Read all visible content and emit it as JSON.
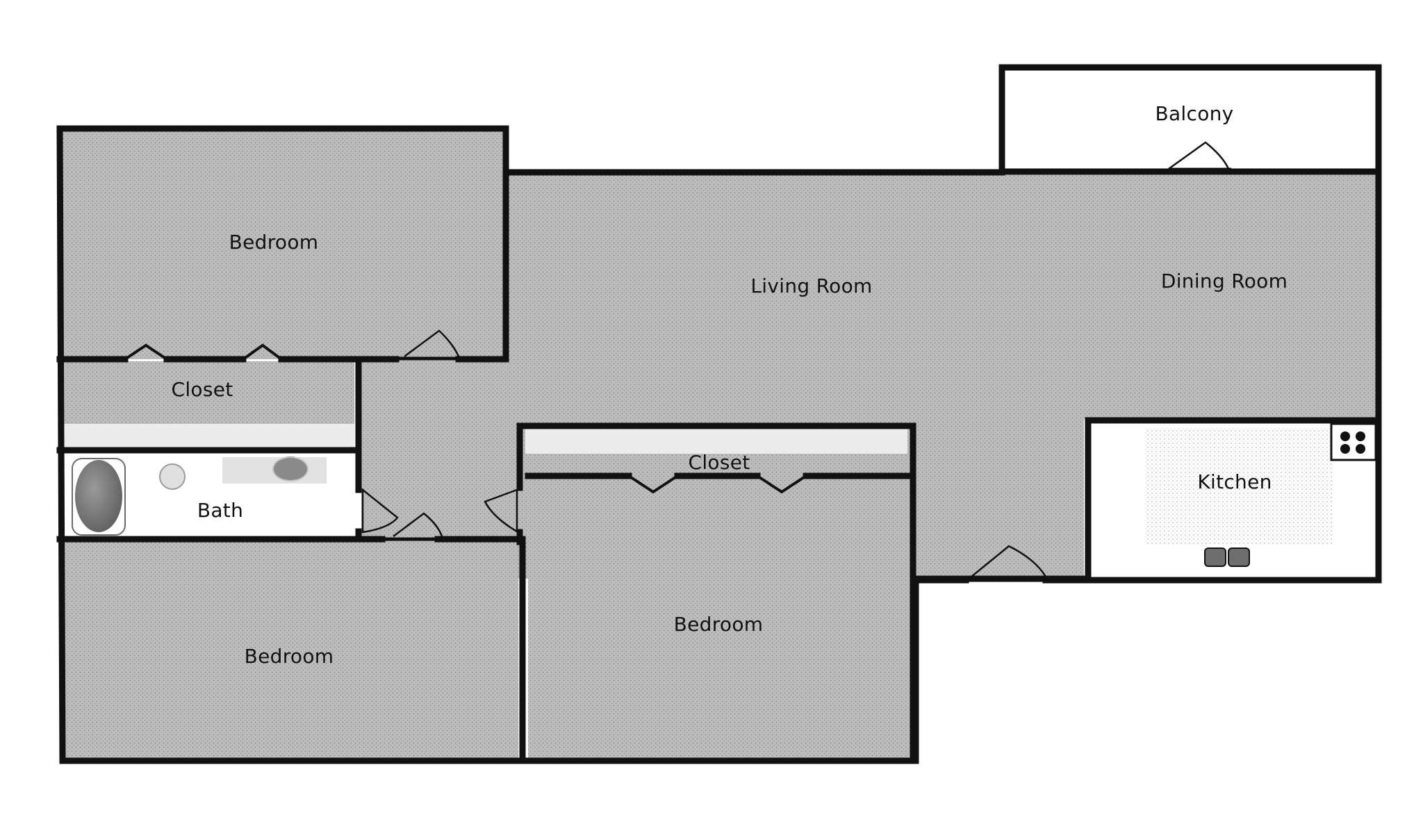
{
  "colors": {
    "wall": "#111111",
    "floor": "#b9b9b9",
    "floor_light": "#e9e9e9",
    "fixture": "#7a7a7a",
    "background": "#ffffff"
  },
  "rooms": {
    "bedroom_top": "Bedroom",
    "living_room": "Living Room",
    "dining_room": "Dining Room",
    "balcony": "Balcony",
    "closet_left": "Closet",
    "bath": "Bath",
    "closet_center": "Closet",
    "kitchen": "Kitchen",
    "bedroom_bottom_left": "Bedroom",
    "bedroom_bottom_center": "Bedroom"
  },
  "fixtures": [
    "bathtub-icon",
    "sink-icon",
    "toilet-icon",
    "stove-icon",
    "kitchen-sink-icon"
  ]
}
